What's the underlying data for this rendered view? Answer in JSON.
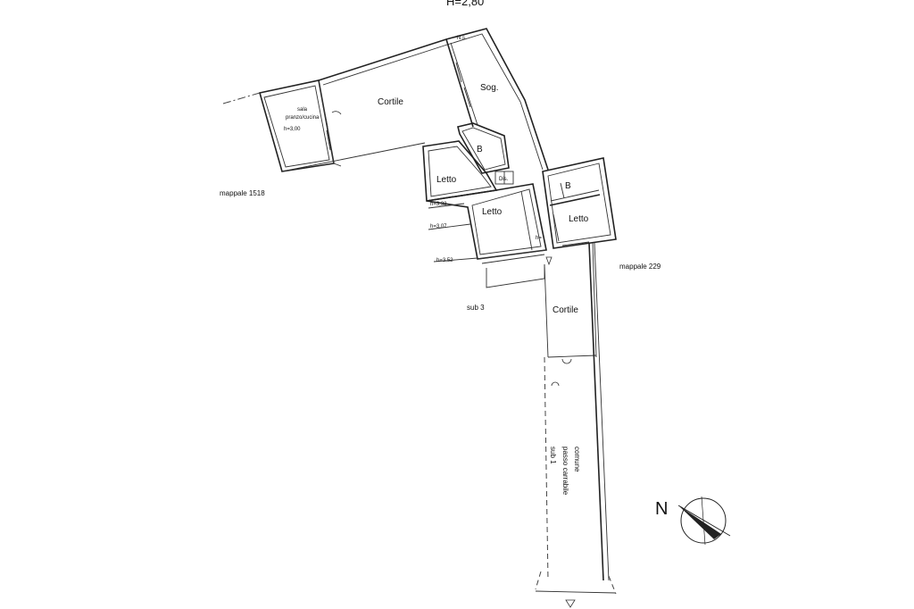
{
  "header": {
    "height_label": "H=2,80"
  },
  "rooms": {
    "sala": "sala",
    "sala_sub": "pranzo/cucina",
    "sala_h": "h=3,00",
    "cortile_top": "Cortile",
    "soggiorno": "Sog.",
    "ns": "N.s.",
    "bagno_1": "B",
    "letto_1": "Letto",
    "letto_2": "Letto",
    "bagno_2": "B",
    "letto_3": "Letto",
    "disimpegno": "Dis.",
    "cortile_bottom": "Cortile",
    "h_left_1": "h=3,32",
    "h_left_2": "h=3,07",
    "h_left_3": "h=3,52",
    "h_small": "h=",
    "passo": "passo carrabile",
    "comune": "comune",
    "sub1": "sub 1"
  },
  "neighbours": {
    "mappale_left": "mappale 1518",
    "mappale_right": "mappale 229",
    "sub3": "sub 3"
  },
  "compass": {
    "label": "N"
  }
}
